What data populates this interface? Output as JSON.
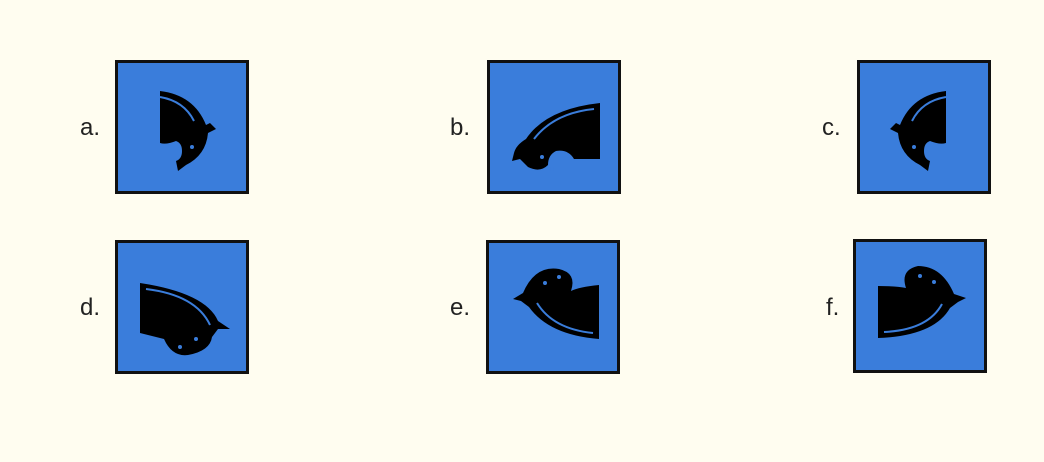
{
  "colors": {
    "background": "#fffdf0",
    "tile": "#3a7ddb",
    "tile_border": "#111111",
    "figure": "#000000",
    "figure_highlight": "#3a7ddb",
    "label": "#222222"
  },
  "options": [
    {
      "label": "a.",
      "figure": "horse-head-icon"
    },
    {
      "label": "b.",
      "figure": "horse-head-icon"
    },
    {
      "label": "c.",
      "figure": "horse-head-icon"
    },
    {
      "label": "d.",
      "figure": "horse-head-icon"
    },
    {
      "label": "e.",
      "figure": "horse-head-icon"
    },
    {
      "label": "f.",
      "figure": "horse-head-icon"
    }
  ]
}
